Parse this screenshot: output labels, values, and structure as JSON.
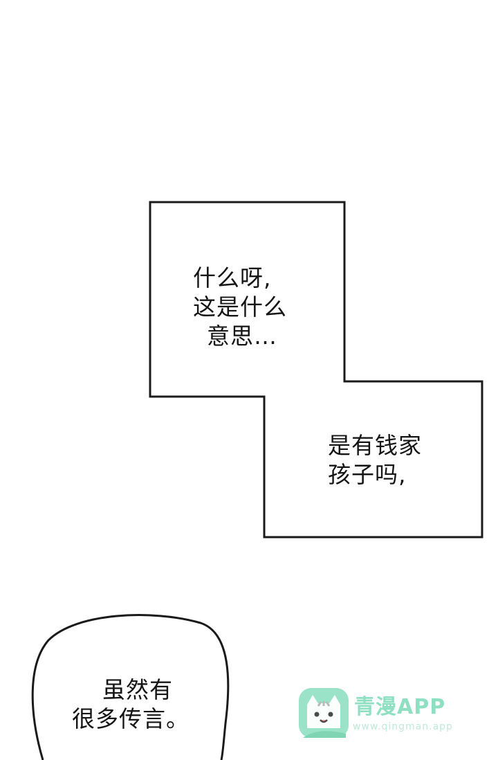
{
  "panels": {
    "narration_box_1": {
      "lines": [
        "什么呀,",
        "这是什么",
        "意思…"
      ]
    },
    "narration_box_2": {
      "lines": [
        "是有钱家",
        "孩子吗,"
      ]
    },
    "speech_bubble": {
      "lines": [
        "虽然有",
        "很多传言。"
      ]
    }
  },
  "watermark": {
    "title": "青漫APP",
    "url": "www.qingman.app",
    "icon": "cat-mascot-icon",
    "color": "#8fe0c2"
  }
}
